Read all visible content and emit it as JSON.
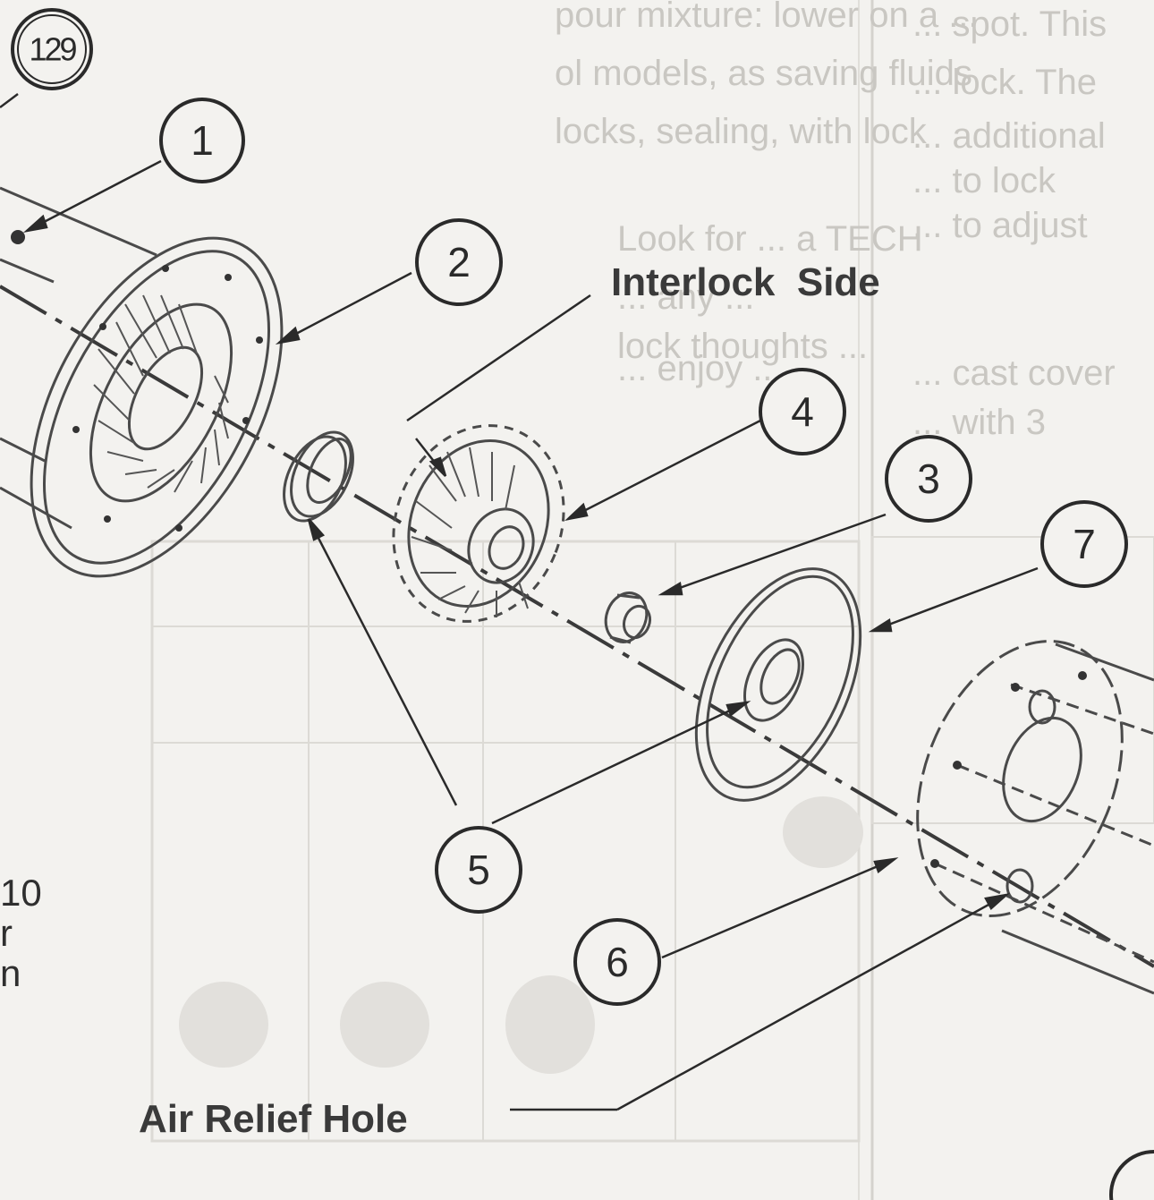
{
  "callouts": [
    {
      "id": "c129",
      "label": "129"
    },
    {
      "id": "c1",
      "label": "1"
    },
    {
      "id": "c2",
      "label": "2"
    },
    {
      "id": "c4",
      "label": "4"
    },
    {
      "id": "c3",
      "label": "3"
    },
    {
      "id": "c7",
      "label": "7"
    },
    {
      "id": "c5",
      "label": "5"
    },
    {
      "id": "c6",
      "label": "6"
    }
  ],
  "labels": {
    "interlock_side": "Interlock  Side",
    "air_relief_hole": "Air Relief Hole"
  },
  "left_fragments": [
    "10",
    "r",
    "n"
  ],
  "colors": {
    "paper": "#f3f2ef",
    "ink": "#2a2a2a",
    "bleed": "#c9c7c2"
  }
}
